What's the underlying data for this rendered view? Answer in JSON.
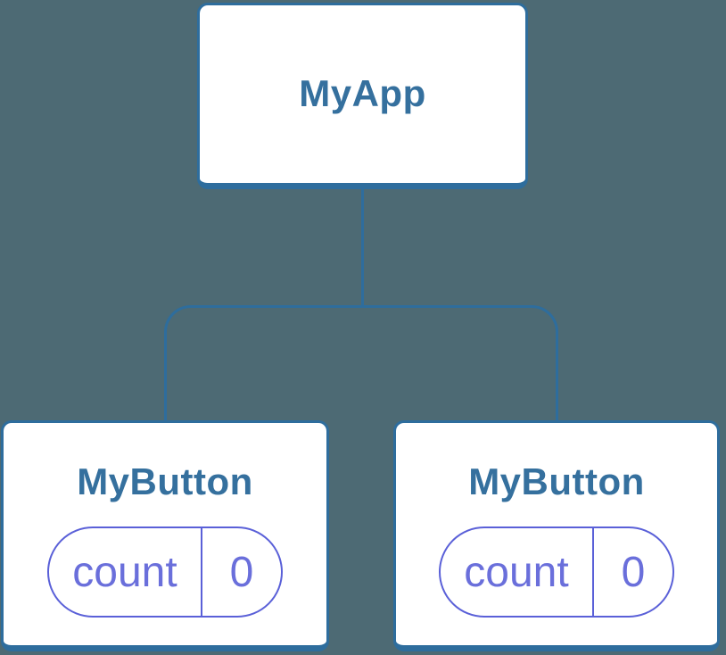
{
  "diagram": {
    "kind": "component-tree",
    "root": {
      "label": "MyApp"
    },
    "children": [
      {
        "label": "MyButton",
        "state_pill": {
          "name": "count",
          "value": "0"
        }
      },
      {
        "label": "MyButton",
        "state_pill": {
          "name": "count",
          "value": "0"
        }
      }
    ]
  },
  "colors": {
    "background": "#4d6a74",
    "node_fill": "#ffffff",
    "node_border": "#2e6d9d",
    "node_text": "#35709e",
    "connector": "#2e6d9d",
    "pill_border": "#5a60d8",
    "pill_text": "#6a6fdb"
  }
}
